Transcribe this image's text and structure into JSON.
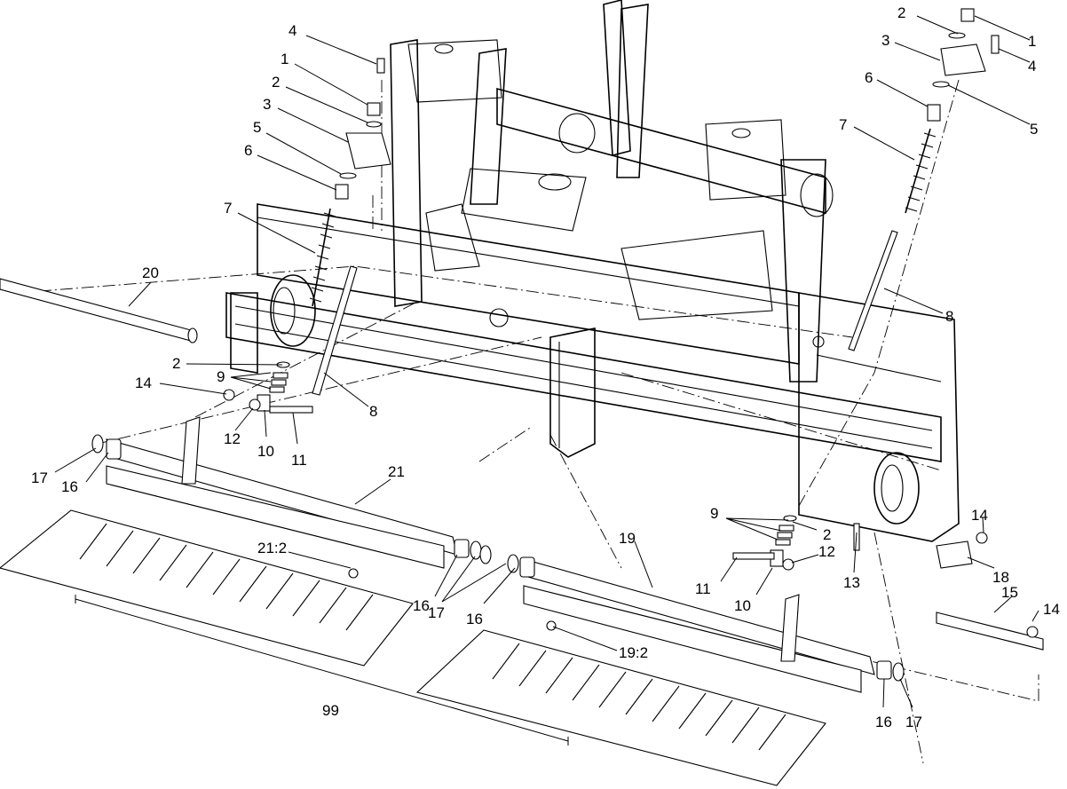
{
  "callouts": [
    {
      "id": "c-4-top",
      "text": "4"
    },
    {
      "id": "c-1-top",
      "text": "1"
    },
    {
      "id": "c-2-top",
      "text": "2"
    },
    {
      "id": "c-3-top",
      "text": "3"
    },
    {
      "id": "c-5-top",
      "text": "5"
    },
    {
      "id": "c-6-top",
      "text": "6"
    },
    {
      "id": "c-7-left",
      "text": "7"
    },
    {
      "id": "c-20",
      "text": "20"
    },
    {
      "id": "c-2-mid",
      "text": "2"
    },
    {
      "id": "c-9-left",
      "text": "9"
    },
    {
      "id": "c-14-left",
      "text": "14"
    },
    {
      "id": "c-8-left",
      "text": "8"
    },
    {
      "id": "c-12-left",
      "text": "12"
    },
    {
      "id": "c-10-left",
      "text": "10"
    },
    {
      "id": "c-11-left",
      "text": "11"
    },
    {
      "id": "c-17-left",
      "text": "17"
    },
    {
      "id": "c-16-left",
      "text": "16"
    },
    {
      "id": "c-21",
      "text": "21"
    },
    {
      "id": "c-21-2",
      "text": "21:2"
    },
    {
      "id": "c-16-mid",
      "text": "16"
    },
    {
      "id": "c-17-mid",
      "text": "17"
    },
    {
      "id": "c-16-mid2",
      "text": "16"
    },
    {
      "id": "c-99",
      "text": "99"
    },
    {
      "id": "c-19",
      "text": "19"
    },
    {
      "id": "c-19-2",
      "text": "19:2"
    },
    {
      "id": "c-9-right",
      "text": "9"
    },
    {
      "id": "c-2-right",
      "text": "2"
    },
    {
      "id": "c-12-right",
      "text": "12"
    },
    {
      "id": "c-11-right",
      "text": "11"
    },
    {
      "id": "c-10-right",
      "text": "10"
    },
    {
      "id": "c-13",
      "text": "13"
    },
    {
      "id": "c-14-right",
      "text": "14"
    },
    {
      "id": "c-18",
      "text": "18"
    },
    {
      "id": "c-15",
      "text": "15"
    },
    {
      "id": "c-14-far",
      "text": "14"
    },
    {
      "id": "c-16-right",
      "text": "16"
    },
    {
      "id": "c-17-right",
      "text": "17"
    },
    {
      "id": "c-2-topright",
      "text": "2"
    },
    {
      "id": "c-1-topright",
      "text": "1"
    },
    {
      "id": "c-3-topright",
      "text": "3"
    },
    {
      "id": "c-4-topright",
      "text": "4"
    },
    {
      "id": "c-6-right",
      "text": "6"
    },
    {
      "id": "c-5-right",
      "text": "5"
    },
    {
      "id": "c-7-right",
      "text": "7"
    },
    {
      "id": "c-8-right",
      "text": "8"
    }
  ]
}
